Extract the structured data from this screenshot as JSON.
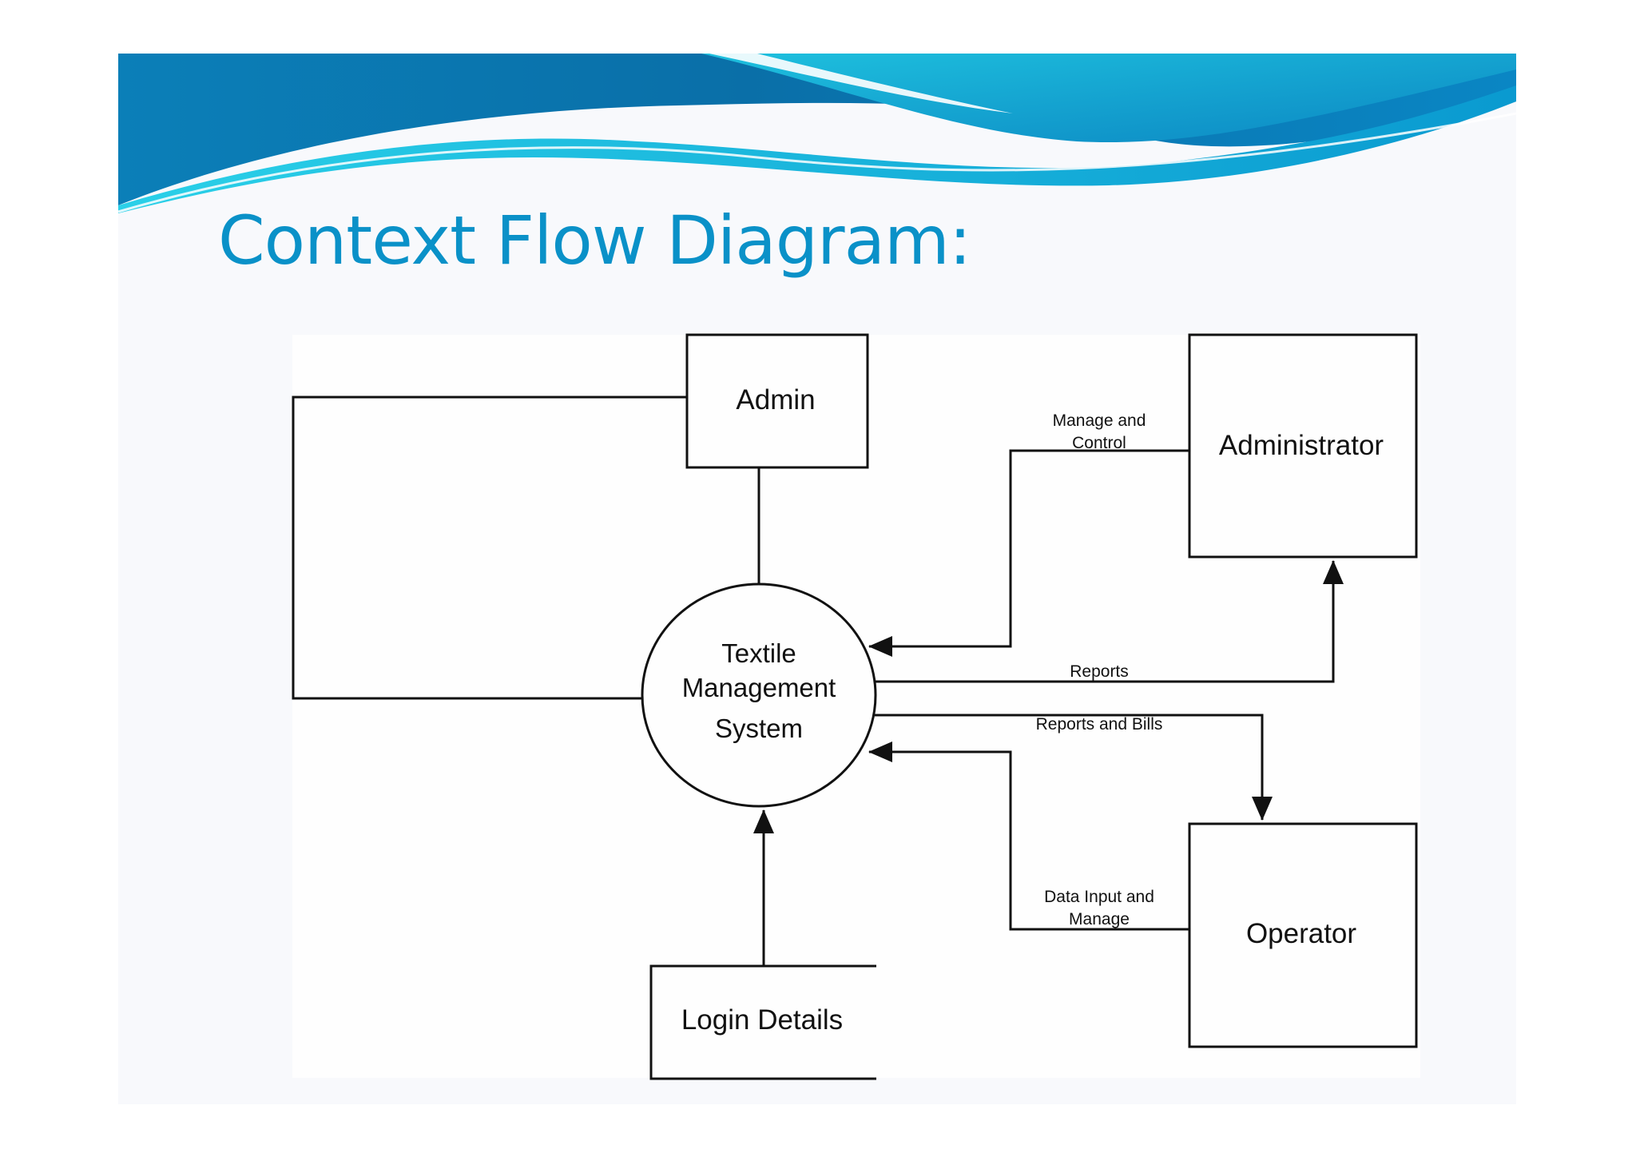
{
  "slide": {
    "title": "Context Flow Diagram:"
  },
  "colors": {
    "title": "#0a91c8",
    "banner_dark": "#0a6fa8",
    "banner_light": "#2ad0e8",
    "line": "#111111"
  },
  "diagram": {
    "process": {
      "lines": [
        "Textile",
        "Management",
        "System"
      ]
    },
    "entities": {
      "admin": "Admin",
      "administrator": "Administrator",
      "operator": "Operator"
    },
    "data_store": "Login Details",
    "flows": {
      "manage_control": [
        "Manage and",
        "Control"
      ],
      "reports": "Reports",
      "reports_bills": "Reports and Bills",
      "data_input": [
        "Data Input and",
        "Manage"
      ]
    }
  }
}
